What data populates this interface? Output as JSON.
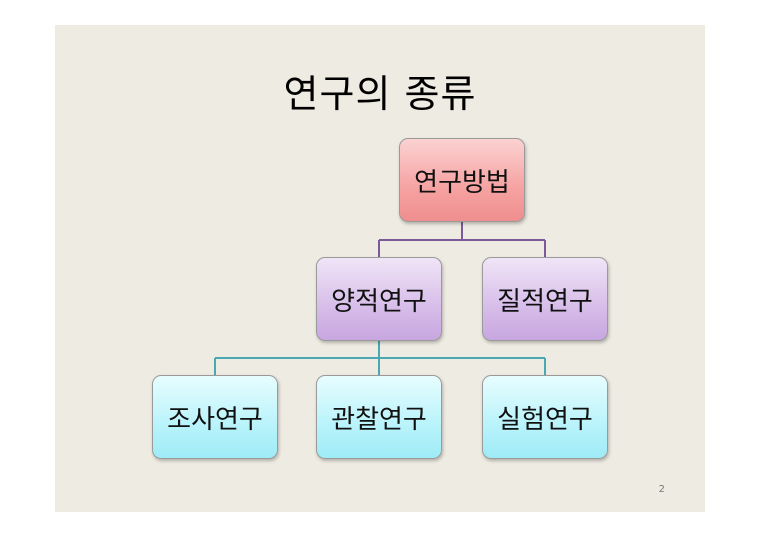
{
  "slide": {
    "title": "연구의 종류",
    "page_number": "2"
  },
  "diagram": {
    "root": {
      "label": "연구방법",
      "color": "#f6a2a2"
    },
    "level2": [
      {
        "label": "양적연구",
        "color": "#d7bde9"
      },
      {
        "label": "질적연구",
        "color": "#d7bde9"
      }
    ],
    "level3": [
      {
        "label": "조사연구",
        "color": "#b9f3fb"
      },
      {
        "label": "관찰연구",
        "color": "#b9f3fb"
      },
      {
        "label": "실험연구",
        "color": "#b9f3fb"
      }
    ],
    "connector_colors": {
      "root_to_level2": "#7b5a9c",
      "level2_to_level3": "#4aa8b3"
    }
  }
}
